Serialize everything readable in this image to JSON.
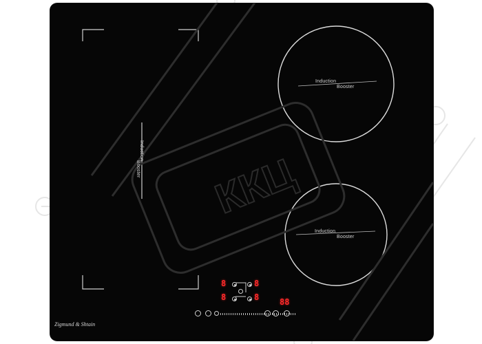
{
  "brand": "Zigmund & Shtain",
  "zones": {
    "top_right": {
      "label_top": "Induction",
      "label_bottom": "Booster"
    },
    "bottom_right": {
      "label_top": "Induction",
      "label_bottom": "Booster"
    },
    "left_flex": {
      "label_top": "Induction",
      "label_bottom": "Booster"
    }
  },
  "displays": {
    "zone_1": "8",
    "zone_2": "8",
    "zone_3": "8",
    "zone_4": "8",
    "timer": "88"
  },
  "watermark_text": "ККЦ",
  "colors": {
    "glass": "#060606",
    "display_red": "#ff2a2a",
    "marking": "#d8d8d8"
  }
}
